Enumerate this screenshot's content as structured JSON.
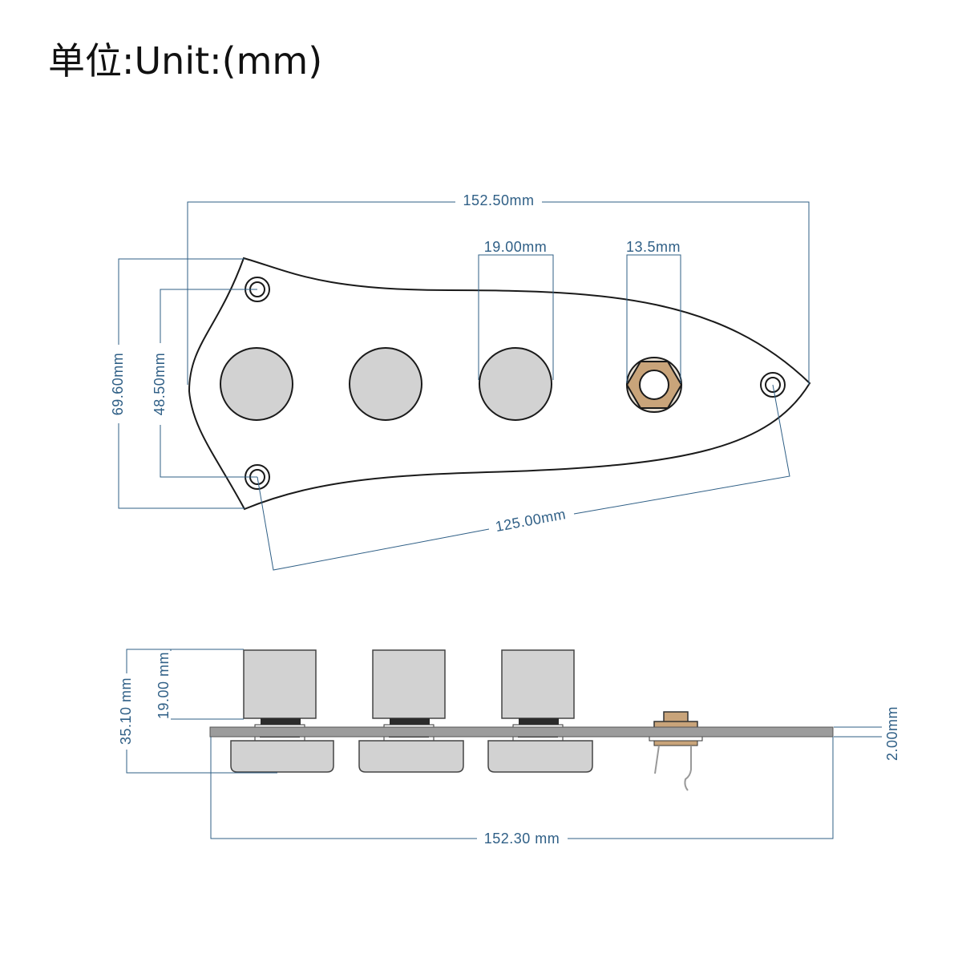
{
  "title": "单位:Unit:(mm)",
  "colors": {
    "dimension": "#2f5f86",
    "outline": "#1a1a1a",
    "knob_fill": "#d2d2d2",
    "plate_fill": "#ffffff",
    "nut_fill": "#c9a47a",
    "side_plate_fill": "#9c9c9c"
  },
  "top_view": {
    "dimensions": {
      "overall_length": "152.50mm",
      "knob_diameter": "19.00mm",
      "jack_diameter": "13.5mm",
      "overall_height": "69.60mm",
      "screw_spacing_vertical": "48.50mm",
      "screw_spacing_diagonal": "125.00mm"
    },
    "parts": {
      "knob_count": 3,
      "jack_count": 1,
      "screw_hole_count": 3
    }
  },
  "side_view": {
    "dimensions": {
      "knob_height": "19.00 mm",
      "total_height": "35.10 mm",
      "plate_thickness": "2.00mm",
      "plate_length": "152.30 mm"
    }
  }
}
